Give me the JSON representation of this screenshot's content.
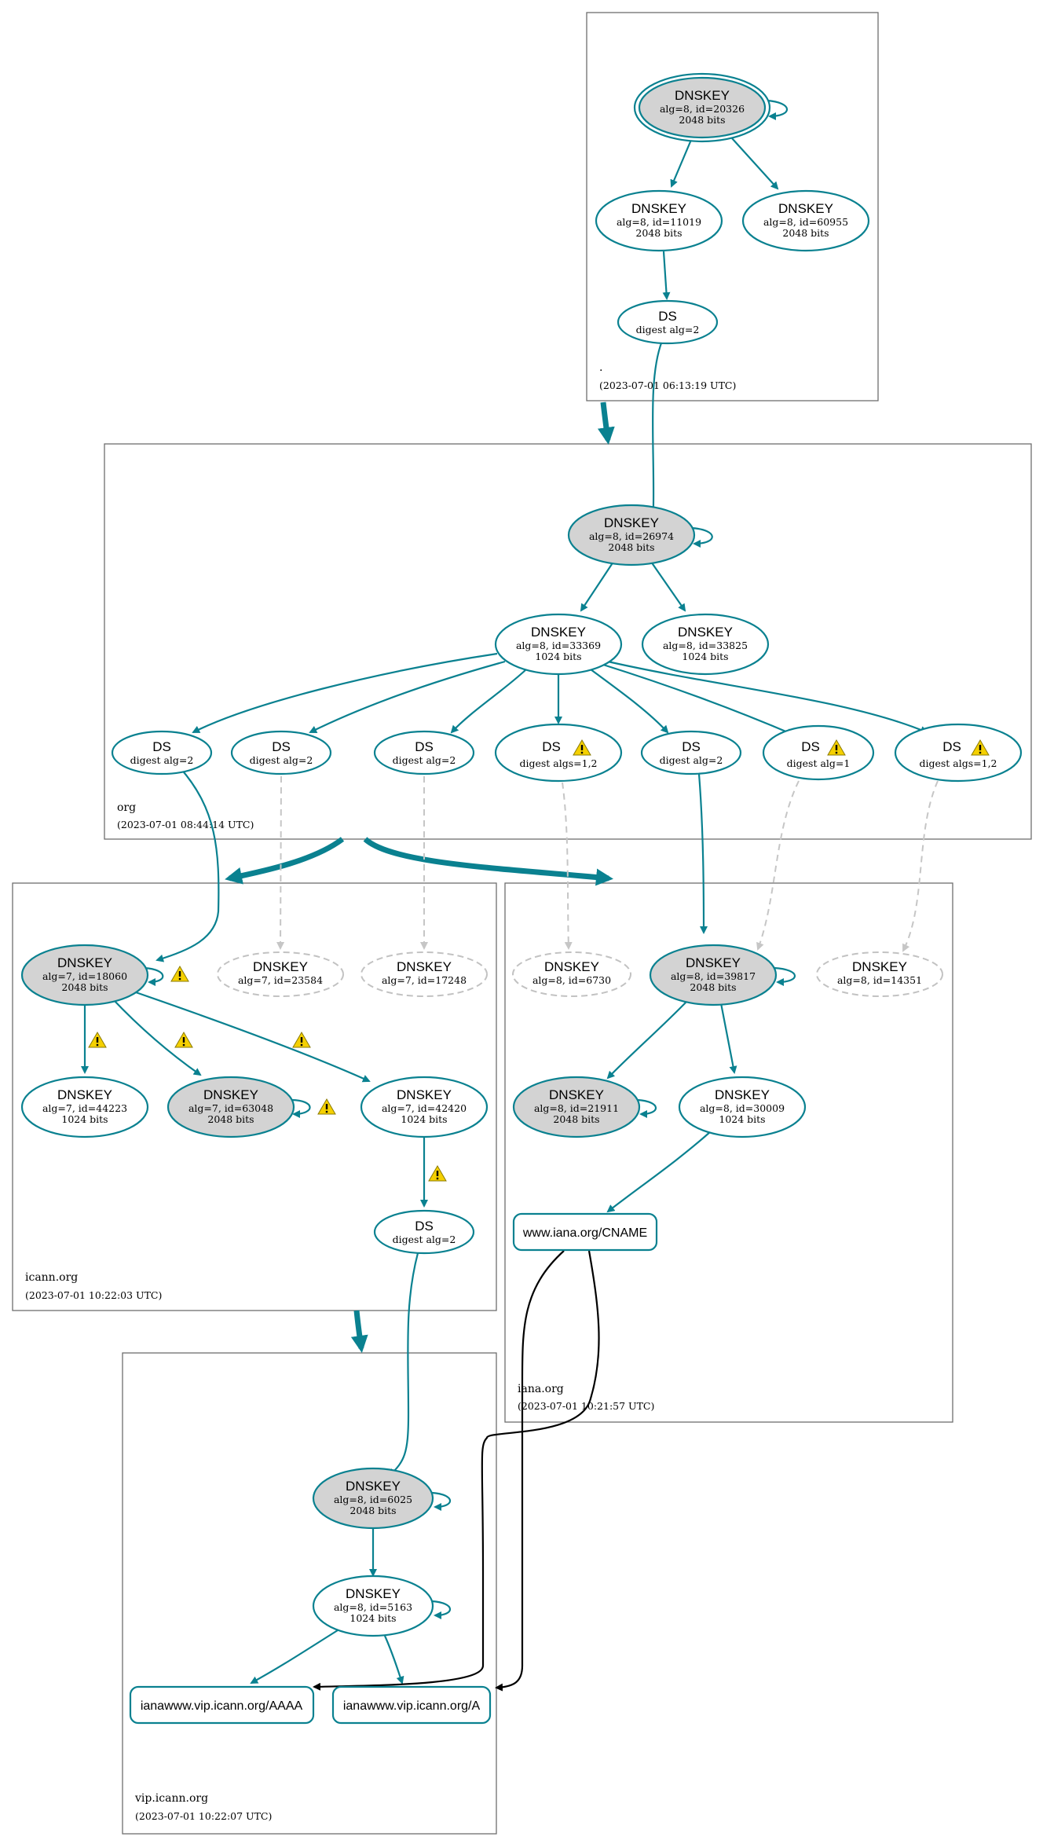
{
  "colors": {
    "edge": "#0a8190",
    "ksk_fill": "#d3d3d3",
    "node_fill": "#ffffff",
    "dangling": "#c2c2c2",
    "warning": "#f5d000",
    "cname_edge": "#000000"
  },
  "zones": {
    "root": {
      "name": ".",
      "date": "(2023-07-01 06:13:19 UTC)"
    },
    "org": {
      "name": "org",
      "date": "(2023-07-01 08:44:14 UTC)"
    },
    "icann": {
      "name": "icann.org",
      "date": "(2023-07-01 10:22:03 UTC)"
    },
    "iana": {
      "name": "iana.org",
      "date": "(2023-07-01 10:21:57 UTC)"
    },
    "vip": {
      "name": "vip.icann.org",
      "date": "(2023-07-01 10:22:07 UTC)"
    }
  },
  "nodes": {
    "root_ksk": {
      "title": "DNSKEY",
      "line2": "alg=8, id=20326",
      "line3": "2048 bits"
    },
    "root_zsk1": {
      "title": "DNSKEY",
      "line2": "alg=8, id=11019",
      "line3": "2048 bits"
    },
    "root_zsk2": {
      "title": "DNSKEY",
      "line2": "alg=8, id=60955",
      "line3": "2048 bits"
    },
    "root_ds": {
      "title": "DS",
      "line2": "digest alg=2"
    },
    "org_ksk": {
      "title": "DNSKEY",
      "line2": "alg=8, id=26974",
      "line3": "2048 bits"
    },
    "org_zsk1": {
      "title": "DNSKEY",
      "line2": "alg=8, id=33369",
      "line3": "1024 bits"
    },
    "org_zsk2": {
      "title": "DNSKEY",
      "line2": "alg=8, id=33825",
      "line3": "1024 bits"
    },
    "org_ds1": {
      "title": "DS",
      "line2": "digest alg=2"
    },
    "org_ds2": {
      "title": "DS",
      "line2": "digest alg=2"
    },
    "org_ds3": {
      "title": "DS",
      "line2": "digest alg=2"
    },
    "org_ds4": {
      "title": "DS",
      "line2": "digest algs=1,2"
    },
    "org_ds5": {
      "title": "DS",
      "line2": "digest alg=2"
    },
    "org_ds6": {
      "title": "DS",
      "line2": "digest alg=1"
    },
    "org_ds7": {
      "title": "DS",
      "line2": "digest algs=1,2"
    },
    "icann_ksk": {
      "title": "DNSKEY",
      "line2": "alg=7, id=18060",
      "line3": "2048 bits"
    },
    "icann_missing1": {
      "title": "DNSKEY",
      "line2": "alg=7, id=23584"
    },
    "icann_missing2": {
      "title": "DNSKEY",
      "line2": "alg=7, id=17248"
    },
    "icann_zsk1": {
      "title": "DNSKEY",
      "line2": "alg=7, id=44223",
      "line3": "1024 bits"
    },
    "icann_ksk2": {
      "title": "DNSKEY",
      "line2": "alg=7, id=63048",
      "line3": "2048 bits"
    },
    "icann_zsk2": {
      "title": "DNSKEY",
      "line2": "alg=7, id=42420",
      "line3": "1024 bits"
    },
    "icann_ds": {
      "title": "DS",
      "line2": "digest alg=2"
    },
    "iana_missing1": {
      "title": "DNSKEY",
      "line2": "alg=8, id=6730"
    },
    "iana_ksk": {
      "title": "DNSKEY",
      "line2": "alg=8, id=39817",
      "line3": "2048 bits"
    },
    "iana_missing2": {
      "title": "DNSKEY",
      "line2": "alg=8, id=14351"
    },
    "iana_ksk2": {
      "title": "DNSKEY",
      "line2": "alg=8, id=21911",
      "line3": "2048 bits"
    },
    "iana_zsk": {
      "title": "DNSKEY",
      "line2": "alg=8, id=30009",
      "line3": "1024 bits"
    },
    "iana_cname": {
      "label": "www.iana.org/CNAME"
    },
    "vip_ksk": {
      "title": "DNSKEY",
      "line2": "alg=8, id=6025",
      "line3": "2048 bits"
    },
    "vip_zsk": {
      "title": "DNSKEY",
      "line2": "alg=8, id=5163",
      "line3": "1024 bits"
    },
    "vip_aaaa": {
      "label": "ianawww.vip.icann.org/AAAA"
    },
    "vip_a": {
      "label": "ianawww.vip.icann.org/A"
    }
  }
}
